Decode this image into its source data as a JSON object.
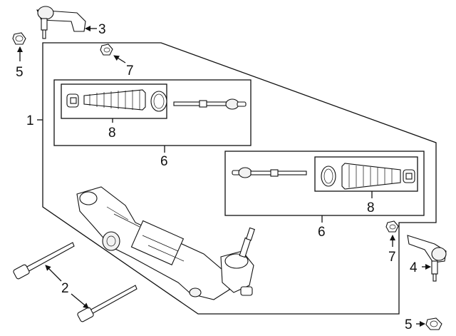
{
  "diagram": {
    "callouts": {
      "c1": "1",
      "c2": "2",
      "c3": "3",
      "c4": "4",
      "c5_left": "5",
      "c5_right": "5",
      "c6_top": "6",
      "c6_bottom": "6",
      "c7_top": "7",
      "c7_bottom": "7",
      "c8_top": "8",
      "c8_bottom": "8"
    }
  }
}
